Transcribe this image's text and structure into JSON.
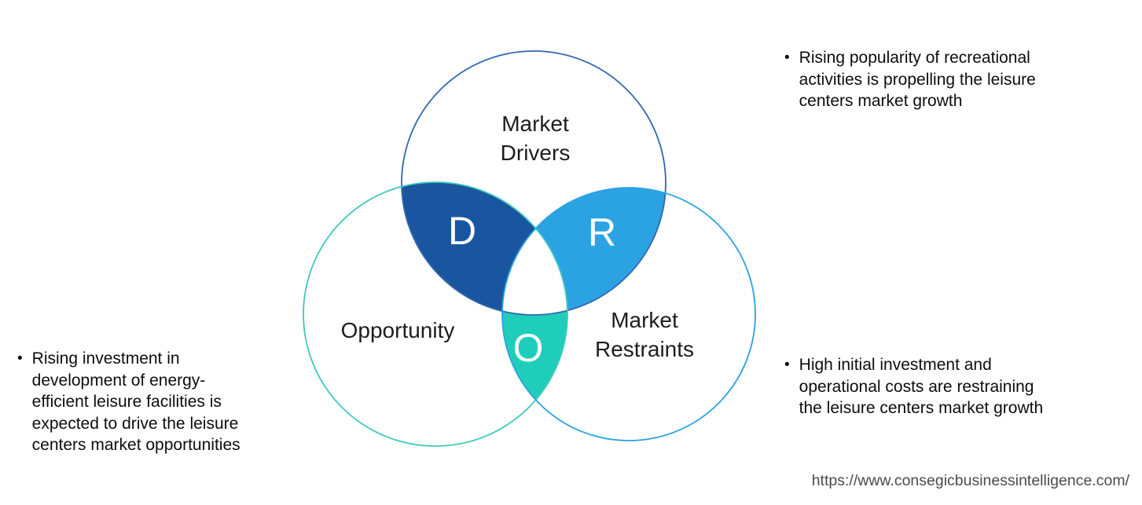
{
  "venn": {
    "drivers": {
      "label_lines": [
        "Market",
        "Drivers"
      ],
      "letter": "D",
      "stroke": "#2f67b0",
      "overlap_fill": "#1a56a0"
    },
    "opportunity": {
      "label_lines": [
        "Opportunity"
      ],
      "letter": "O",
      "stroke": "#3ec9bd",
      "overlap_fill": "#1fceba"
    },
    "restraints": {
      "label_lines": [
        "Market",
        "Restraints"
      ],
      "letter": "R",
      "stroke": "#2aa3e3",
      "overlap_fill": "#2ba3e2"
    },
    "center_fill": "#ffffff"
  },
  "bullets": {
    "marker": "•",
    "right_top": {
      "lines": [
        "Rising popularity of recreational",
        "activities is propelling the leisure",
        "centers market growth"
      ]
    },
    "right_bottom": {
      "lines": [
        "High initial investment and",
        "operational costs are restraining",
        "the leisure centers market growth"
      ]
    },
    "left": {
      "lines": [
        "Rising investment in",
        "development of energy-",
        "efficient leisure facilities is",
        "expected to drive the leisure",
        "centers market opportunities"
      ]
    }
  },
  "footer": {
    "url": "https://www.consegicbusinessintelligence.com/"
  }
}
